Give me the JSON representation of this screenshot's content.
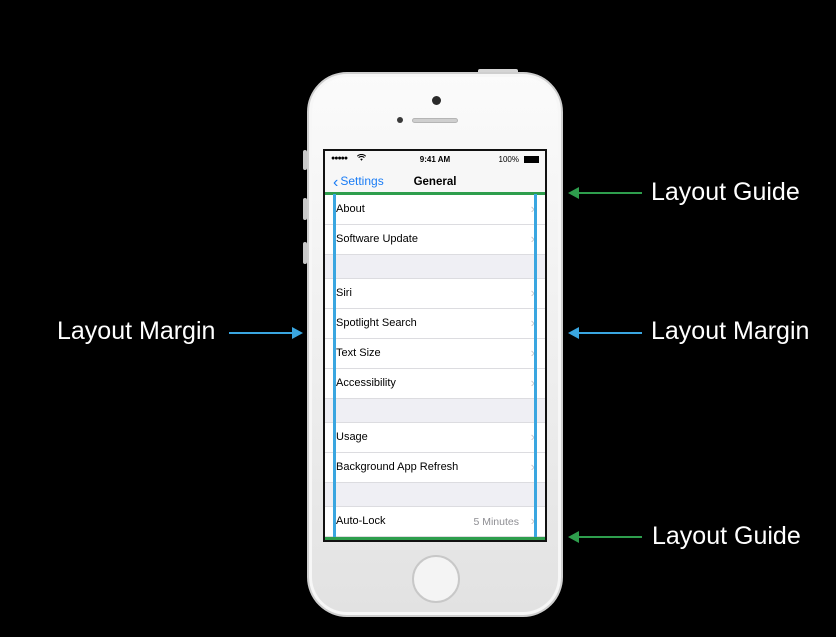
{
  "status_bar": {
    "signal": "●●●●●",
    "wifi": "wifi-icon",
    "time": "9:41 AM",
    "battery_pct": "100%"
  },
  "nav": {
    "back_label": "Settings",
    "title": "General"
  },
  "list": {
    "group1": [
      {
        "label": "About",
        "value": ""
      },
      {
        "label": "Software Update",
        "value": ""
      }
    ],
    "group2": [
      {
        "label": "Siri",
        "value": ""
      },
      {
        "label": "Spotlight Search",
        "value": ""
      },
      {
        "label": "Text Size",
        "value": ""
      },
      {
        "label": "Accessibility",
        "value": ""
      }
    ],
    "group3": [
      {
        "label": "Usage",
        "value": ""
      },
      {
        "label": "Background App Refresh",
        "value": ""
      }
    ],
    "group4": [
      {
        "label": "Auto-Lock",
        "value": "5 Minutes"
      }
    ]
  },
  "annotations": {
    "top_guide": "Layout Guide",
    "bottom_guide": "Layout Guide",
    "left_margin": "Layout Margin",
    "right_margin": "Layout Margin"
  },
  "colors": {
    "guide": "#2e9e4d",
    "margin": "#3aa6e0",
    "ios_blue": "#1a7cf5"
  }
}
